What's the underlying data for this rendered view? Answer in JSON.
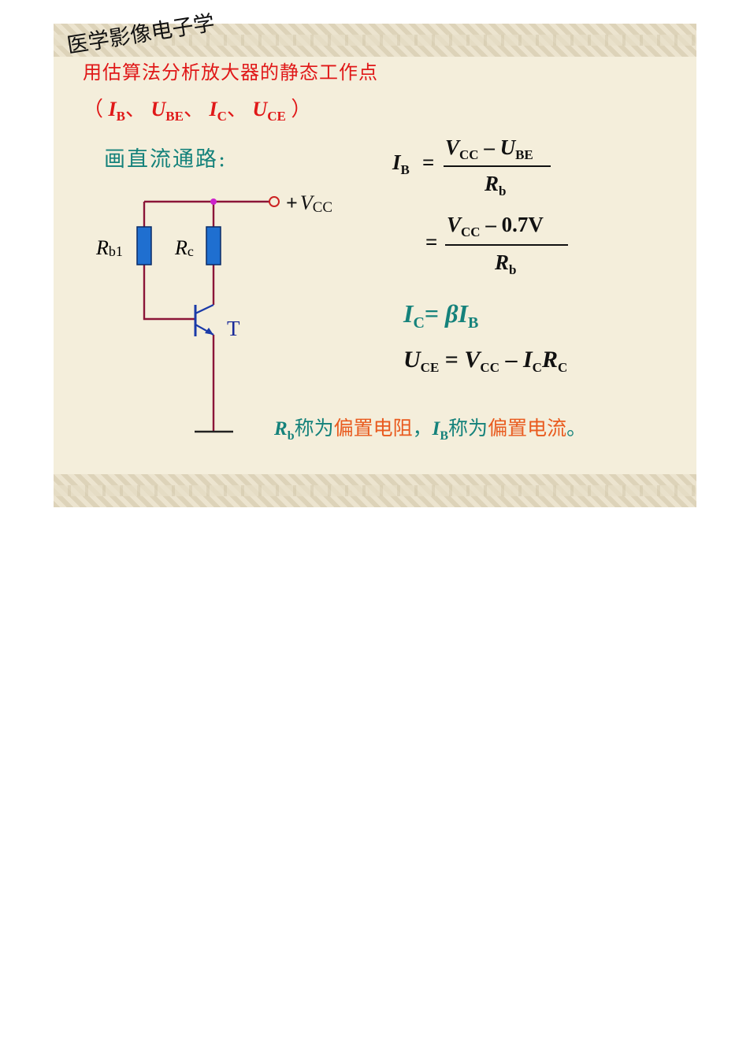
{
  "corner_title": "医学影像电子学",
  "heading": "用估算法分析放大器的静态工作点",
  "params": {
    "open": "（",
    "close": "）",
    "sep": "、",
    "items": [
      {
        "sym": "I",
        "sub": "B"
      },
      {
        "sym": "U",
        "sub": "BE"
      },
      {
        "sym": "I",
        "sub": "C"
      },
      {
        "sym": "U",
        "sub": "CE"
      }
    ]
  },
  "dc_path_label": "画直流通路:",
  "circuit": {
    "rb_label": "R",
    "rb_sub": "b1",
    "rc_label": "R",
    "rc_sub": "c",
    "transistor_label": "T",
    "vcc_plus": "+",
    "vcc_sym": "V",
    "vcc_sub": "CC"
  },
  "formulas": {
    "ib_lhs_sym": "I",
    "ib_lhs_sub": "B",
    "eq": "=",
    "ib_num_v": "V",
    "ib_num_vsub": "CC",
    "ib_num_minus": " – ",
    "ib_num_u": "U",
    "ib_num_usub": "BE",
    "ib_den": "R",
    "ib_den_sub": "b",
    "ib2_num_v": "V",
    "ib2_num_vsub": "CC",
    "ib2_num_rest": " – 0.7V",
    "ib2_den": "R",
    "ib2_den_sub": "b",
    "ic_sym": "I",
    "ic_sub": "C",
    "ic_eq": "= ",
    "ic_beta": "β",
    "ic_ib": "I",
    "ic_ib_sub": "B",
    "uce_sym": "U",
    "uce_sub": "CE",
    "uce_eq": " = ",
    "uce_v": "V",
    "uce_vsub": "CC",
    "uce_minus": " – ",
    "uce_i": "I",
    "uce_isub": "C",
    "uce_r": "R",
    "uce_rsub": "C"
  },
  "bottom_note": {
    "rb_sym": "R",
    "rb_sub": "b",
    "called1": "称为",
    "term1": "偏置电阻",
    "comma": "，",
    "ib_sym": "I",
    "ib_sub": "B",
    "called2": "称为",
    "term2": "偏置电流",
    "period": "。"
  },
  "colors": {
    "red": "#e01818",
    "teal": "#15827b",
    "orange": "#e95b1f",
    "wire": "#8b1538",
    "resistor": "#1f6fd0",
    "node": "#cc22cc"
  }
}
